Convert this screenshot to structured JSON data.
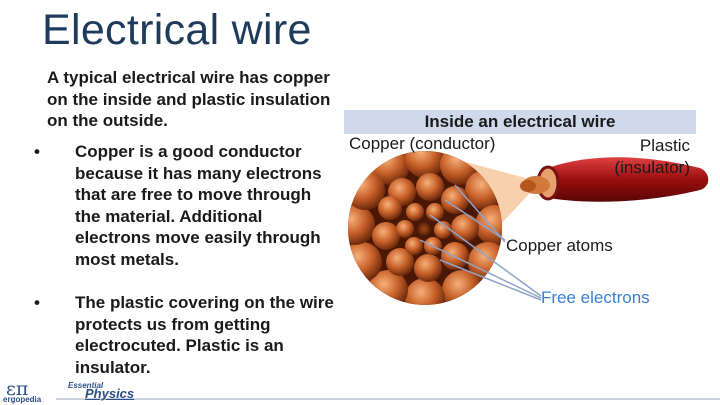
{
  "slide": {
    "title": "Electrical wire",
    "intro": "A typical electrical wire has copper on the inside and plastic insulation on the outside.",
    "bullets": [
      {
        "marker": "•",
        "text": "Copper is a good conductor because it has many electrons that are free to move through the material.  Additional electrons move easily through most metals."
      },
      {
        "marker": "•",
        "text": "The plastic covering on the wire protects us from getting electrocuted.  Plastic is an insulator."
      }
    ]
  },
  "figure": {
    "title": "Inside an electrical wire",
    "labels": {
      "copper": "Copper (conductor)",
      "plastic_line1": "Plastic",
      "plastic_line2": "(insulator)",
      "atoms": "Copper atoms",
      "free": "Free electrons"
    },
    "colors": {
      "header_bg": "#d0d8ec",
      "copper": "#c8612a",
      "plastic": "#b01818",
      "free_electrons": "#3a7fd0"
    }
  },
  "footer": {
    "logo_symbol": "επ",
    "logo_sub": "ergopedia",
    "essential": "Essential",
    "physics": "Physics"
  }
}
